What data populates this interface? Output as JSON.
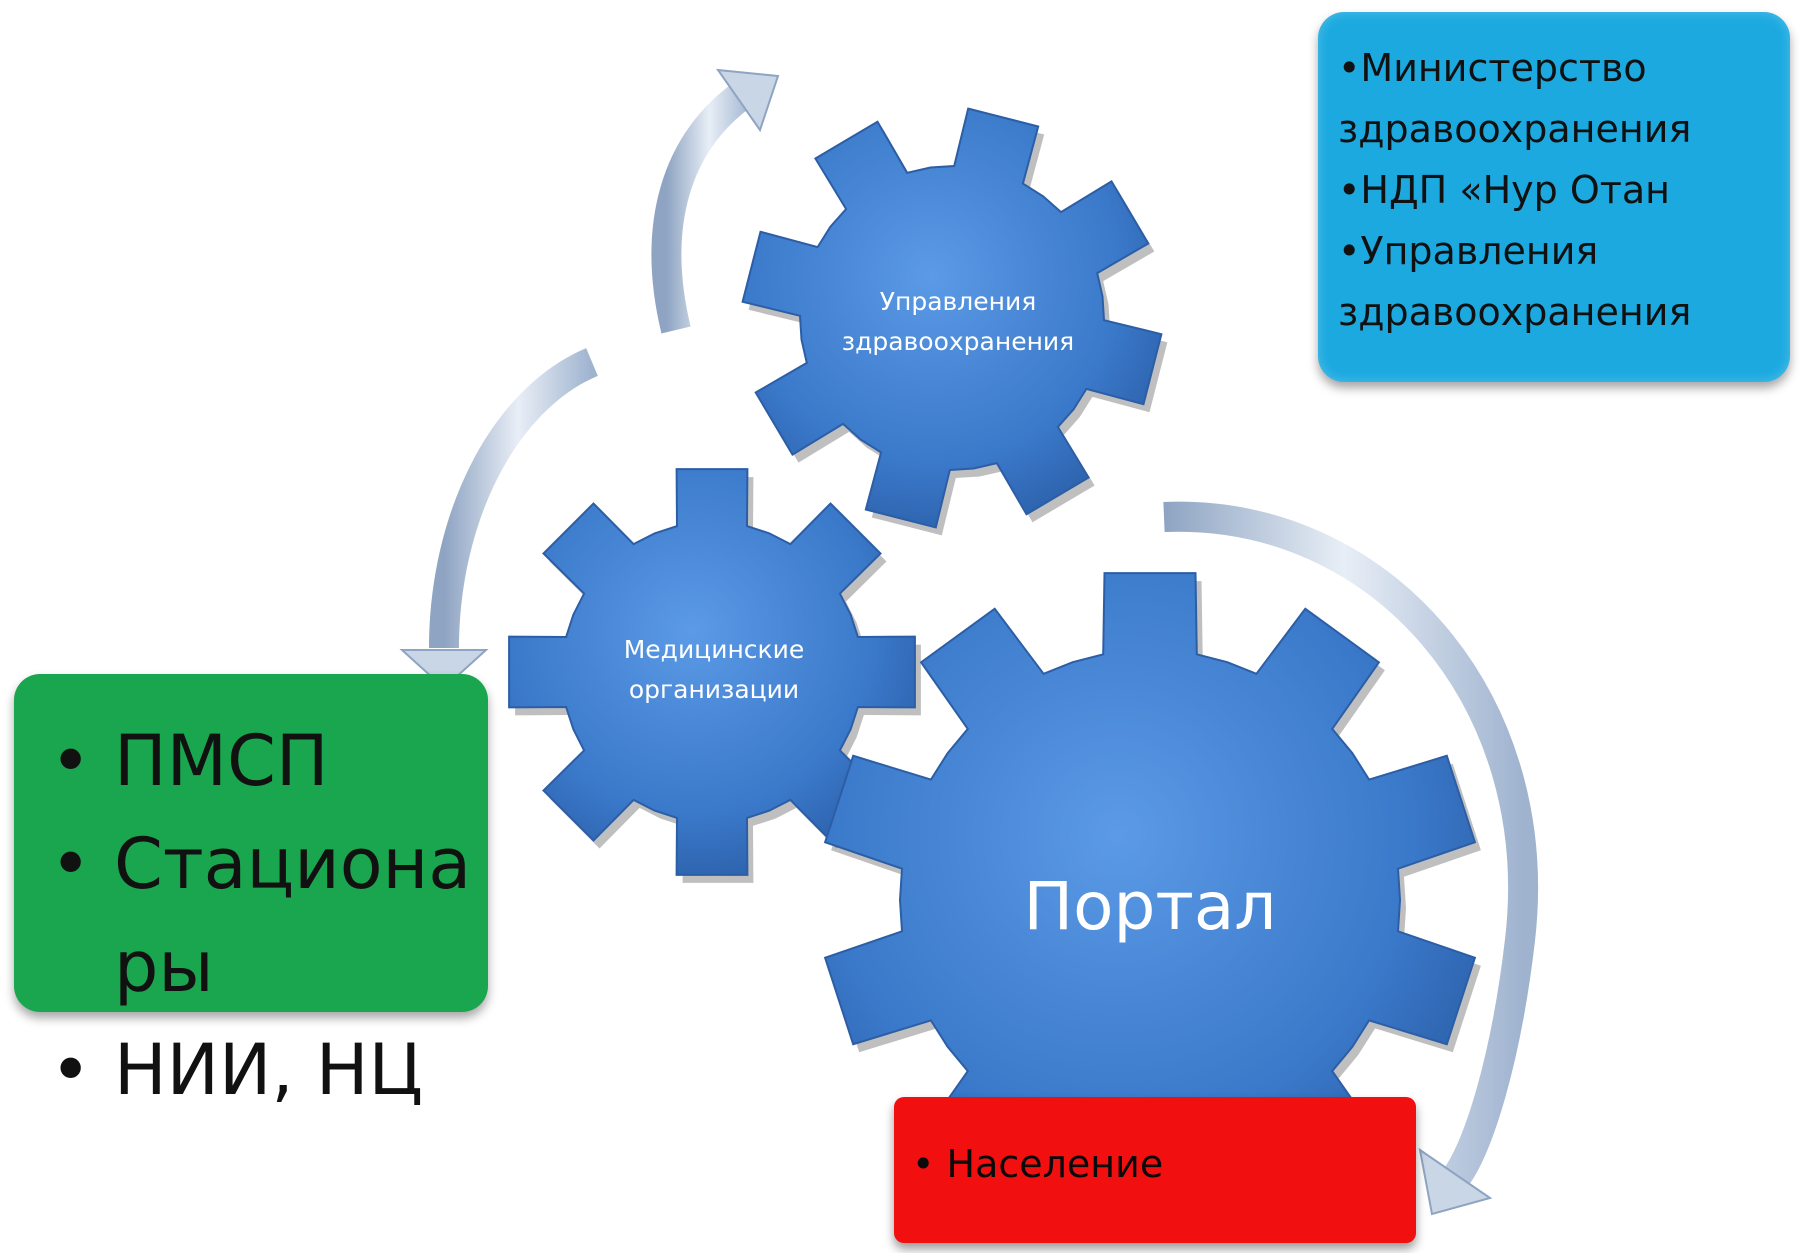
{
  "gears": {
    "top": {
      "line1": "Управления",
      "line2": "здравоохранения"
    },
    "middle": {
      "line1": "Медицинские",
      "line2": "организации"
    },
    "bottom": {
      "label": "Портал"
    }
  },
  "blue_box": {
    "items": [
      "•Министерство",
      "здравоохранения",
      "•НДП «Нур  Отан",
      "•Управления",
      "здравоохранения"
    ]
  },
  "green_box": {
    "items": [
      {
        "bullet": "•",
        "text": "ПМСП"
      },
      {
        "bullet": "•",
        "text": "Стациона"
      },
      {
        "bullet": "",
        "text": "ры"
      },
      {
        "bullet": "•",
        "text": "НИИ, НЦ"
      }
    ]
  },
  "red_box": {
    "item": "• Население"
  },
  "colors": {
    "gear": "#3f7fd0",
    "blue_box": "#1ba9e0",
    "green_box": "#1aa64f",
    "red_box": "#f20f10",
    "arrow": "#b8c8dc"
  }
}
